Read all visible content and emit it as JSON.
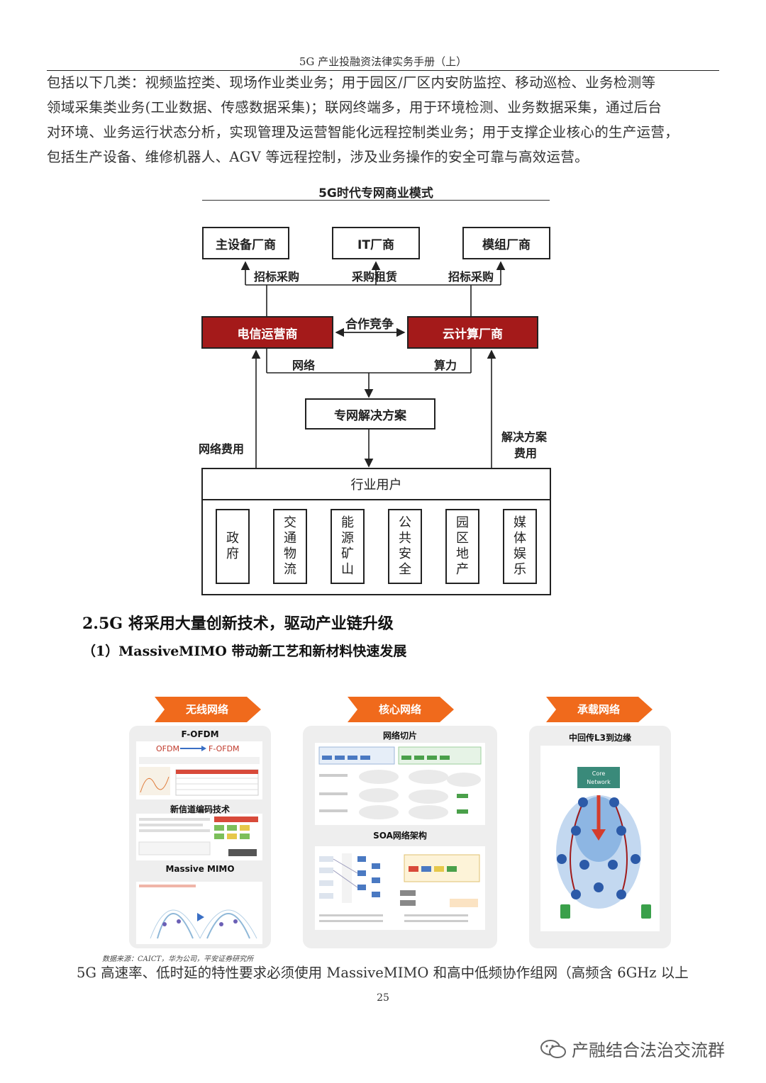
{
  "header": {
    "title": "5G 产业投融资法律实务手册（上）"
  },
  "intro_lines": [
    "包括以下几类：视频监控类、现场作业类业务；用于园区/厂区内安防监控、移动巡检、业务检测等",
    "领域采集类业务(工业数据、传感数据采集)；联网终端多，用于环境检测、业务数据采集，通过后台",
    "对环境、业务运行状态分析，实现管理及运营智能化远程控制类业务；用于支撑企业核心的生产运营，",
    "包括生产设备、维修机器人、AGV 等远程控制，涉及业务操作的安全可靠与高效运营。"
  ],
  "diagram": {
    "title": "5G时代专网商业模式",
    "vendors": [
      "主设备厂商",
      "IT厂商",
      "模组厂商"
    ],
    "vendor_links": [
      "招标采购",
      "采购租赁",
      "招标采购"
    ],
    "operator": "电信运营商",
    "cloud": "云计算厂商",
    "coop": "合作竞争",
    "network": "网络",
    "compute": "算力",
    "solution": "专网解决方案",
    "network_fee": "网络费用",
    "solution_fee_1": "解决方案",
    "solution_fee_2": "费用",
    "industry_users": "行业用户",
    "industries": [
      "政府",
      "交通物流",
      "能源矿山",
      "公共安全",
      "园区地产",
      "媒体娱乐"
    ]
  },
  "section_heading": "2.5G 将采用大量创新技术，驱动产业链升级",
  "subsection_heading": "（1）MassiveMIMO 带动新工艺和新材料快速发展",
  "panels": {
    "wireless": {
      "banner": "无线网络",
      "t1": "F-OFDM",
      "t2": "新信道编码技术",
      "t3": "Massive MIMO",
      "ofdm_a": "OFDM",
      "ofdm_b": "F-OFDM"
    },
    "core": {
      "banner": "核心网络",
      "t1": "网络切片",
      "t2": "SOA网络架构"
    },
    "bearer": {
      "banner": "承载网络",
      "t1": "中回传L3到边缘",
      "core_label": "Core Network"
    }
  },
  "source_note": "数据来源：CAICT，华为公司，平安证券研究所",
  "bottom_line": "5G 高速率、低时延的特性要求必须使用 MassiveMIMO 和高中低频协作组网（高频含 6GHz 以上",
  "page_number": "25",
  "wechat_label": "产融结合法治交流群",
  "colors": {
    "operator_red": "#a41a1a",
    "banner_orange": "#f06a1c"
  }
}
